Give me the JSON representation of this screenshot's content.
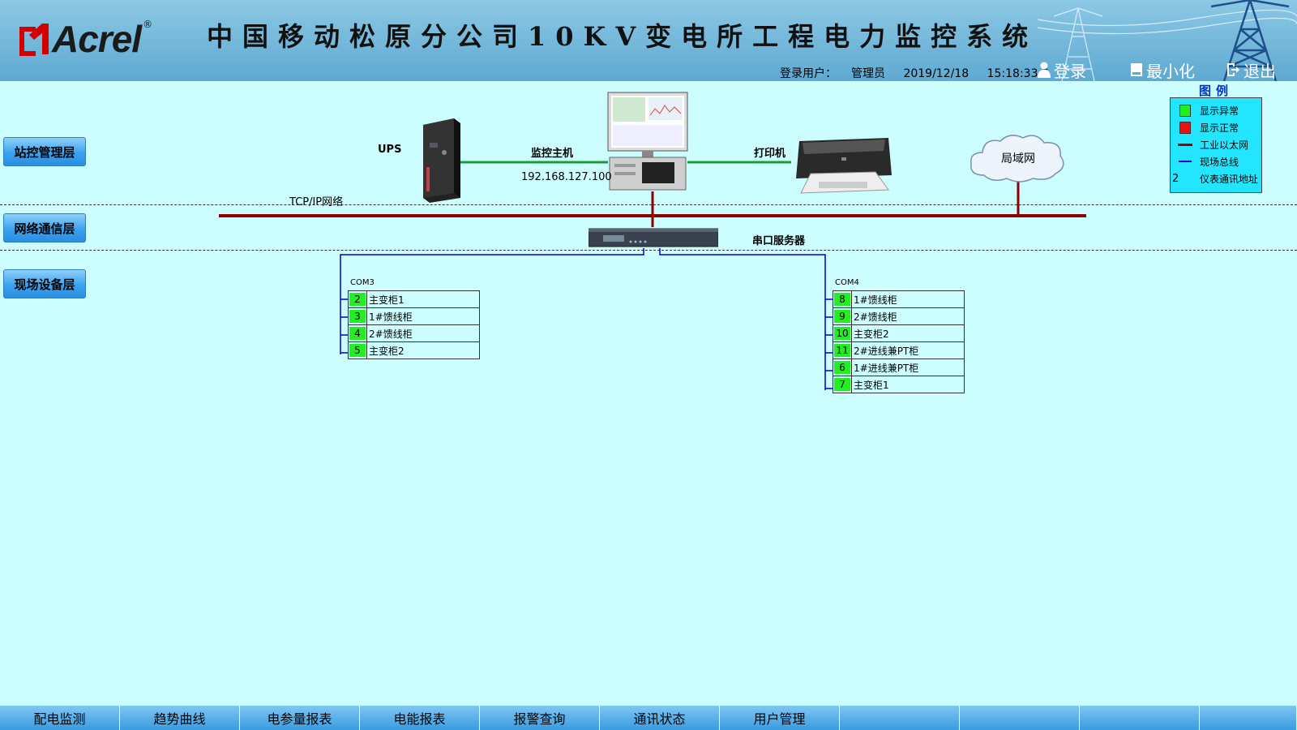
{
  "header": {
    "brand": "Acrel",
    "brand_reg": "®",
    "title": "中国移动松原分公司10KV变电所工程电力监控系统",
    "user_label": "登录用户：",
    "user_name": "管理员",
    "date": "2019/12/18",
    "time": "15:18:33.6",
    "login_label": "登录",
    "minimize_label": "最小化",
    "exit_label": "退出"
  },
  "layers": {
    "station": "站控管理层",
    "network": "网络通信层",
    "field": "现场设备层"
  },
  "topology": {
    "ups_label": "UPS",
    "host_label": "监控主机",
    "host_ip": "192.168.127.100",
    "printer_label": "打印机",
    "lan_label": "局域网",
    "tcpip_label": "TCP/IP网络",
    "serial_server_label": "串口服务器",
    "com3": {
      "label": "COM3",
      "devices": [
        {
          "addr": "2",
          "name": "主变柜1"
        },
        {
          "addr": "3",
          "name": "1#馈线柜"
        },
        {
          "addr": "4",
          "name": "2#馈线柜"
        },
        {
          "addr": "5",
          "name": "主变柜2"
        }
      ]
    },
    "com4": {
      "label": "COM4",
      "devices": [
        {
          "addr": "8",
          "name": "1#馈线柜"
        },
        {
          "addr": "9",
          "name": "2#馈线柜"
        },
        {
          "addr": "10",
          "name": "主变柜2"
        },
        {
          "addr": "11",
          "name": "2#进线兼PT柜"
        },
        {
          "addr": "6",
          "name": "1#进线兼PT柜"
        },
        {
          "addr": "7",
          "name": "主变柜1"
        }
      ]
    }
  },
  "legend": {
    "title": "图例",
    "items": [
      {
        "symbol": "green-square",
        "label": "显示异常"
      },
      {
        "symbol": "red-square",
        "label": "显示正常"
      },
      {
        "symbol": "dark-red-line",
        "label": "工业以太网"
      },
      {
        "symbol": "blue-line",
        "label": "现场总线"
      },
      {
        "symbol": "2",
        "label": "仪表通讯地址"
      }
    ]
  },
  "nav": [
    "配电监测",
    "趋势曲线",
    "电参量报表",
    "电能报表",
    "报警查询",
    "通讯状态",
    "用户管理",
    "",
    "",
    "",
    ""
  ],
  "colors": {
    "background": "#ccfdff",
    "ethernet": "#8b0000",
    "fieldbus": "#0000cc",
    "status_green": "#22ee22",
    "link_green": "#1a9a3a"
  }
}
